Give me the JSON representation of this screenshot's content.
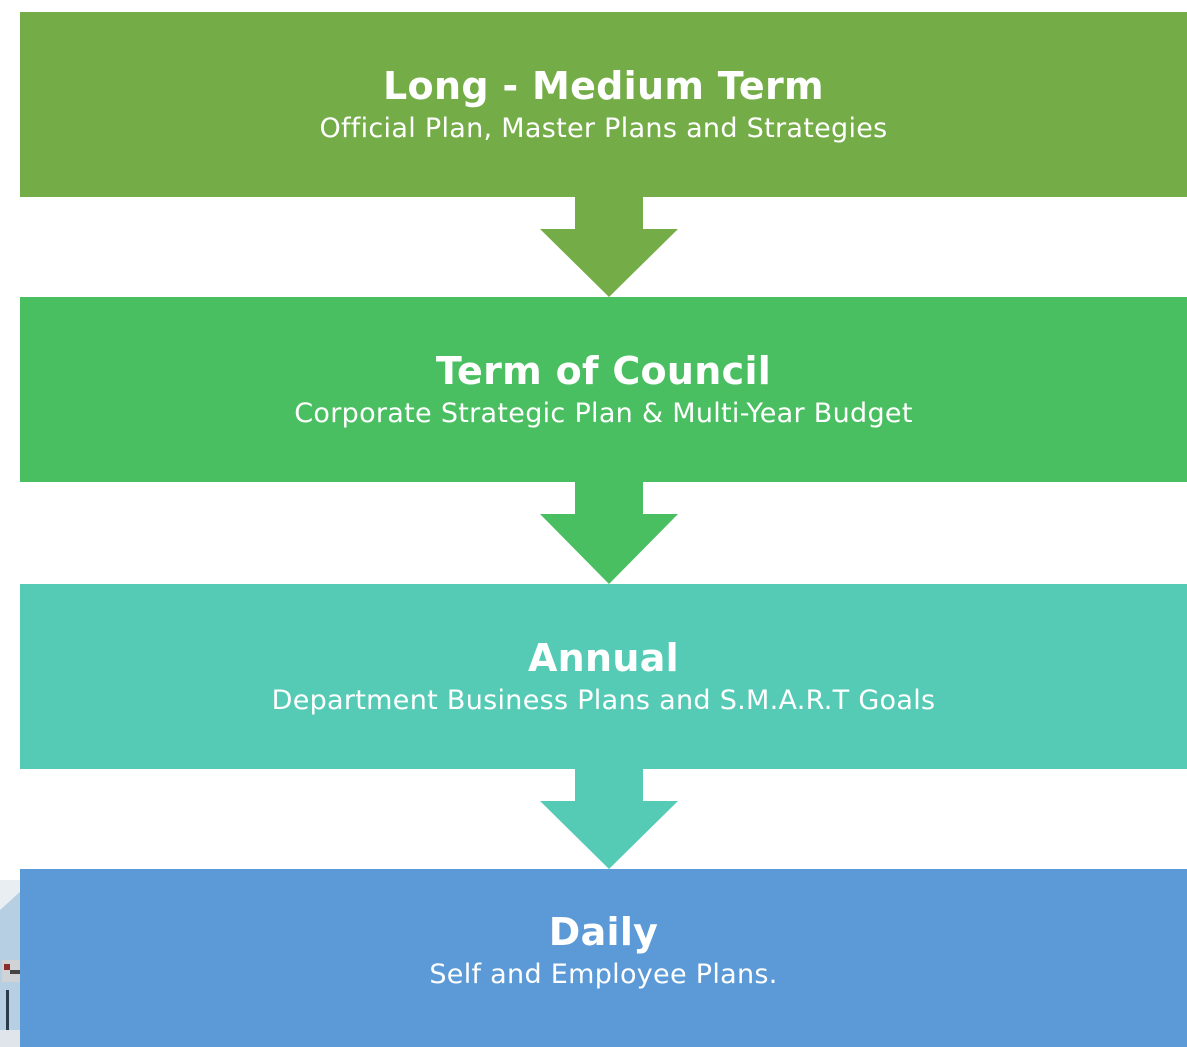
{
  "levels": [
    {
      "title": "Long - Medium Term",
      "subtitle": "Official Plan, Master Plans and Strategies",
      "color": "#74AD47"
    },
    {
      "title": "Term of Council",
      "subtitle": "Corporate Strategic Plan & Multi-Year Budget",
      "color": "#4ABF61"
    },
    {
      "title": "Annual",
      "subtitle": "Department Business Plans and S.M.A.R.T Goals",
      "color": "#55CBB6"
    },
    {
      "title": "Daily",
      "subtitle": "Self and Employee Plans.",
      "color": "#5B9AD6"
    }
  ],
  "arrows": [
    {
      "color": "#74AD47"
    },
    {
      "color": "#4ABF61"
    },
    {
      "color": "#55CBB6"
    }
  ]
}
